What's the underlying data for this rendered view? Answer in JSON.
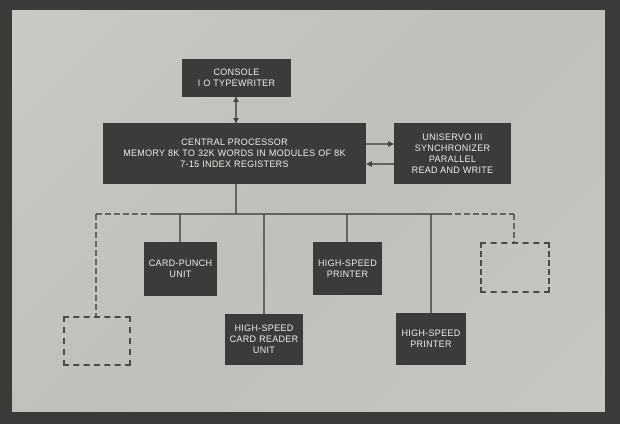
{
  "console": {
    "lines": [
      "CONSOLE",
      "I O TYPEWRITER"
    ]
  },
  "cpu": {
    "lines": [
      "CENTRAL PROCESSOR",
      "MEMORY 8K TO 32K WORDS IN MODULES OF 8K",
      "7-15 INDEX REGISTERS"
    ]
  },
  "uniservo": {
    "lines": [
      "UNISERVO III",
      "SYNCHRONIZER",
      "PARALLEL",
      "READ AND WRITE"
    ]
  },
  "card_punch": {
    "lines": [
      "CARD-PUNCH",
      "UNIT"
    ]
  },
  "printer1": {
    "lines": [
      "HIGH-SPEED",
      "PRINTER"
    ]
  },
  "card_reader": {
    "lines": [
      "HIGH-SPEED",
      "CARD READER",
      "UNIT"
    ]
  },
  "printer2": {
    "lines": [
      "HIGH-SPEED",
      "PRINTER"
    ]
  }
}
